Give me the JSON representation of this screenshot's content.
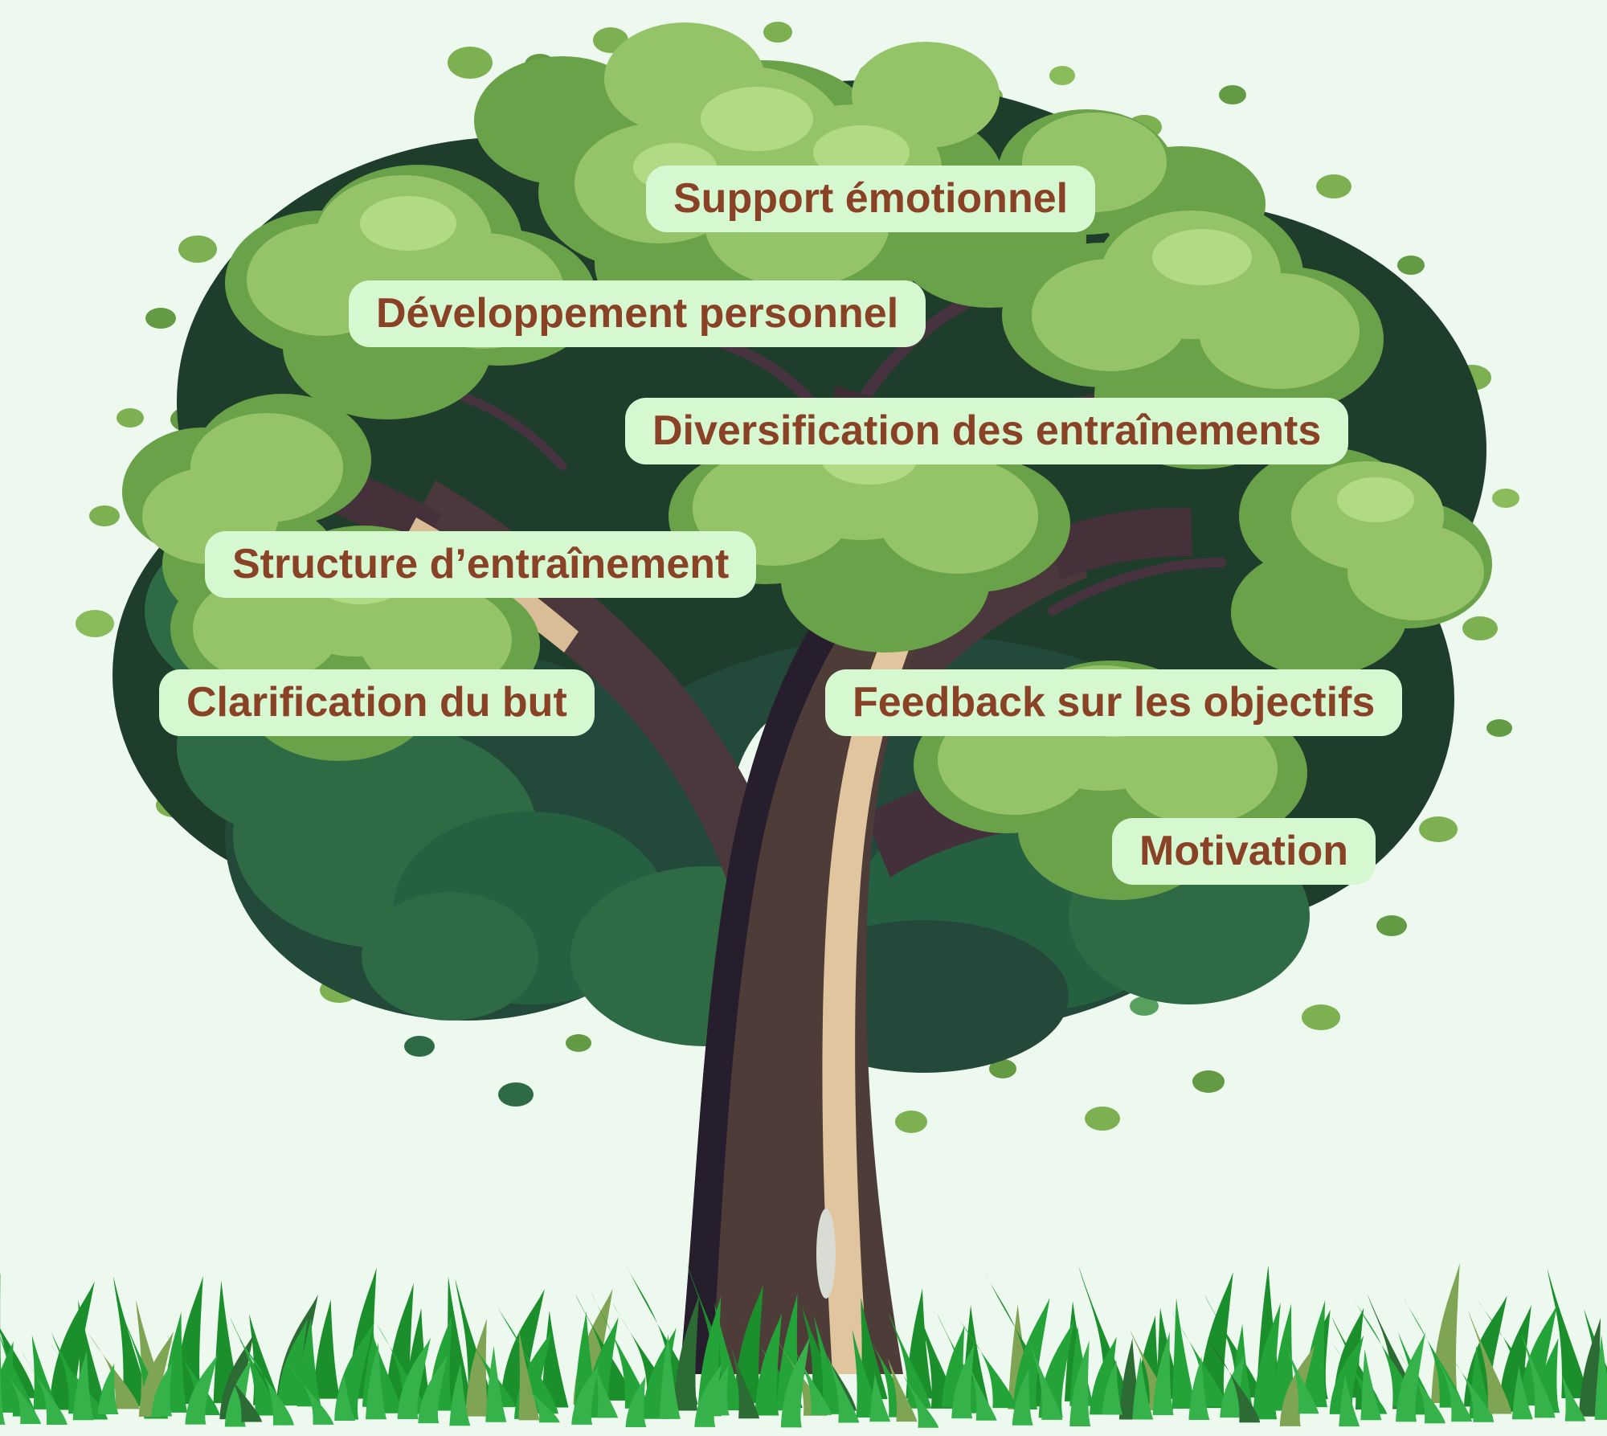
{
  "figure": {
    "type": "infographic-tree",
    "language": "fr",
    "labels": [
      {
        "id": "support-emotionnel",
        "text": "Support émotionnel"
      },
      {
        "id": "developpement-personnel",
        "text": "Développement personnel"
      },
      {
        "id": "diversification-entrainements",
        "text": "Diversification des entraînements"
      },
      {
        "id": "structure-entrainement",
        "text": "Structure d’entraînement"
      },
      {
        "id": "clarification-but",
        "text": "Clarification du but"
      },
      {
        "id": "feedback-objectifs",
        "text": "Feedback sur les objectifs"
      },
      {
        "id": "motivation",
        "text": "Motivation"
      }
    ],
    "colors": {
      "background": "#edf8ee",
      "label_background": "#d6f8d0",
      "label_text": "#8a4227",
      "foliage_deep": "#1e3e2b",
      "foliage_dark": "#2e6b45",
      "foliage_mid": "#6aa24a",
      "foliage_light": "#95c468",
      "foliage_highlight": "#b2da85",
      "trunk_brown": "#4e3c38",
      "trunk_shadow": "#1a1420",
      "trunk_highlight": "#e0c59e",
      "grass_dark": "#1b8f2b",
      "grass_mid": "#23a338",
      "grass_light": "#36b24a"
    }
  }
}
